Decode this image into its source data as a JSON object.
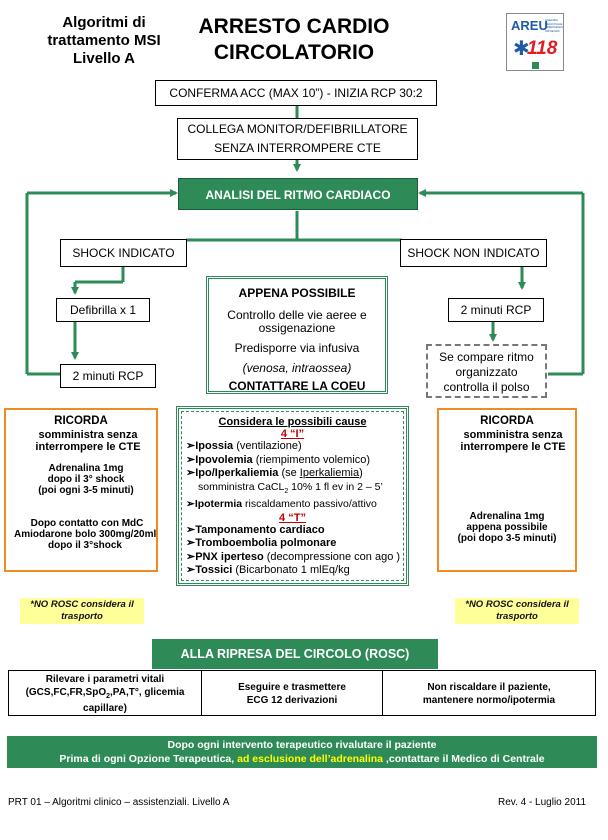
{
  "header": {
    "left_line1": "Algoritmi di",
    "left_line2": "trattamento MSI",
    "left_line3": "Livello A",
    "title_line1": "ARRESTO CARDIO",
    "title_line2": "CIRCOLATORIO",
    "logo_text": "AREU",
    "logo_number": "118",
    "logo_subtext": "AGENZIA REGIONALE EMERGENZA URGENZA"
  },
  "flow": {
    "conferma": "CONFERMA ACC (MAX 10”) - INIZIA RCP 30:2",
    "collega_line1": "COLLEGA MONITOR/DEFIBRILLATORE",
    "collega_line2": "SENZA INTERROMPERE CTE",
    "analisi": "ANALISI DEL RITMO CARDIACO",
    "shock": "SHOCK INDICATO",
    "no_shock": "SHOCK NON INDICATO",
    "defibrilla": "Defibrilla x 1",
    "rcp_left": "2 minuti RCP",
    "rcp_right": "2 minuti RCP",
    "compare_line1": "Se compare ritmo",
    "compare_line2": "organizzato",
    "compare_line3": "controlla il polso"
  },
  "appena": {
    "title": "APPENA POSSIBILE",
    "line1": "Controllo delle vie aeree e",
    "line2": "ossigenazione",
    "line3": "Predisporre via infusiva",
    "line4": "(venosa, intraossea)",
    "line5": "CONTATTARE LA COEU"
  },
  "ricorda_left": {
    "title": "RICORDA",
    "line1": "somministra senza",
    "line2": "interrompere le CTE",
    "adr1": "Adrenalina 1mg",
    "adr2": "dopo il 3° shock",
    "adr3": "(poi ogni 3-5 minuti)",
    "amio1": "Dopo contatto con MdC",
    "amio2": "Amiodarone bolo 300mg/20ml",
    "amio3": "dopo il 3°shock"
  },
  "ricorda_right": {
    "title": "RICORDA",
    "line1": "somministra senza",
    "line2": "interrompere le CTE",
    "adr1": "Adrenalina 1mg",
    "adr2": "appena possibile",
    "adr3": "(poi dopo 3-5 minuti)"
  },
  "cause": {
    "title": "Considera le possibili cause",
    "four_i": "4 “I”",
    "ipossia": "Ipossia",
    "ipossia_note": "(ventilazione)",
    "ipovolemia": "Ipovolemia",
    "ipovolemia_note": "(riempimento volemico)",
    "ipo_iper": "Ipo/Iperkaliemia",
    "ipo_iper_note_a": "(se ",
    "ipo_iper_note_b": "Iperkaliemia",
    "ipo_iper_note_c": ")",
    "cacl_a": "somministra CaCL",
    "cacl_sub": "2",
    "cacl_b": " 10% 1 fl ev in 2 – 5’",
    "ipotermia": "Ipotermia",
    "ipotermia_note": "riscaldamento passivo/attivo",
    "four_t": "4 “T”",
    "tamponamento": "Tamponamento cardiaco",
    "trombo": "Tromboembolia polmonare",
    "pnx": "PNX iperteso",
    "pnx_note": "(decompressione con ago )",
    "tossici": "Tossici",
    "tossici_note": "(Bicarbonato 1 mlEq/kg"
  },
  "rosc_note_left": "*NO ROSC considera il trasporto",
  "rosc_note_right": "*NO ROSC considera il trasporto",
  "rosc": {
    "title": "ALLA RIPRESA DEL CIRCOLO (ROSC)",
    "col1_a": "Rilevare i parametri vitali",
    "col1_b": "(GCS,FC,FR,SpO",
    "col1_sub": "2",
    "col1_c": ",PA,T°, glicemia",
    "col1_d": "capillare)",
    "col2_a": "Eseguire e trasmettere",
    "col2_b": "ECG 12 derivazioni",
    "col3_a": "Non riscaldare il paziente,",
    "col3_b": "mantenere normo/ipotermia"
  },
  "bottom_bar": {
    "line1": "Dopo ogni intervento terapeutico rivalutare il paziente",
    "line2_a": "Prima di ogni Opzione Terapeutica, ",
    "line2_hl": "ad esclusione dell’adrenalina",
    "line2_c": " ,contattare il Medico di Centrale"
  },
  "footer": {
    "left": "PRT 01 – Algoritmi clinico – assistenziali. Livello A",
    "right": "Rev. 4 - Luglio 2011"
  },
  "colors": {
    "green": "#2e8b57",
    "orange": "#f08a24",
    "note_yellow": "#ffff99",
    "highlight": "#ffff00",
    "red_label": "#c00000",
    "logo_blue": "#1f5aa6"
  }
}
